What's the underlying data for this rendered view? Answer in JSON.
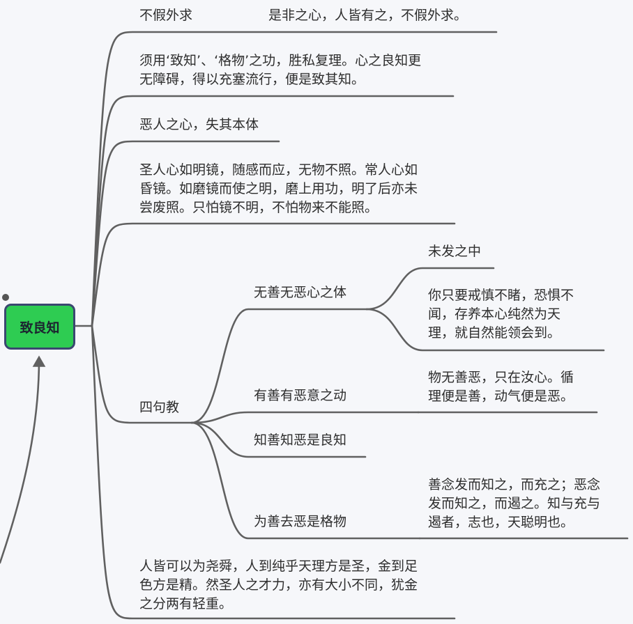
{
  "root": {
    "label": "致良知"
  },
  "branches": {
    "b1_title": "不假外求",
    "b1_detail": "是非之心，人皆有之，不假外求。",
    "b2": "须用‘致知’、‘格物’之功，胜私复理。心之良知更\n无障碍，得以充塞流行，便是致其知。",
    "b3": "恶人之心，失其本体",
    "b4": "圣人心如明镜，随感而应，无物不照。常人心如\n昏镜。如磨镜而使之明，磨上用功，明了后亦未\n尝废照。只怕镜不明，不怕物来不能照。",
    "b5": "四句教",
    "b6": "人皆可以为尧舜，人到纯乎天理方是圣，金到足\n色方是精。然圣人之才力，亦有大小不同，犹金\n之分两有轻重。"
  },
  "four_sentences": {
    "s1": "无善无恶心之体",
    "s1_c1": "未发之中",
    "s1_c2": "你只要戒慎不睹，恐惧不\n闻，存养本心纯然为天\n理，就自然能领会到。",
    "s2": "有善有恶意之动",
    "s2_c1": "物无善恶，只在汝心。循\n理便是善，动气便是恶。",
    "s3": "知善知恶是良知",
    "s4": "为善去恶是格物",
    "s4_c1": "善念发而知之，而充之；恶念\n发而知之，而遏之。知与充与\n遏者，志也，天聪明也。"
  },
  "colors": {
    "root_fill": "#2ecc52",
    "root_border": "#3a4770",
    "line": "#606060",
    "background": "#f6f7fa"
  }
}
